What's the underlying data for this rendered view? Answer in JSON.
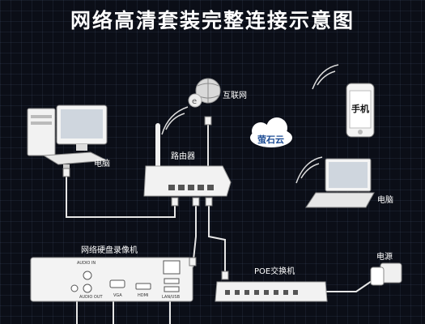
{
  "title": "网络高清套装完整连接示意图",
  "labels": {
    "internet": "互联网",
    "phone": "手机",
    "cloud": "萤石云",
    "pc": "电脑",
    "router": "路由器",
    "laptop": "电脑",
    "nvr": "网络硬盘录像机",
    "poe_switch": "POE交换机",
    "power": "电源"
  },
  "nvr_ports": {
    "audio_in": "AUDIO IN",
    "audio_out": "AUDIO OUT",
    "vga": "VGA",
    "hdmi": "HDMI",
    "lan": "LAN/USB"
  }
}
